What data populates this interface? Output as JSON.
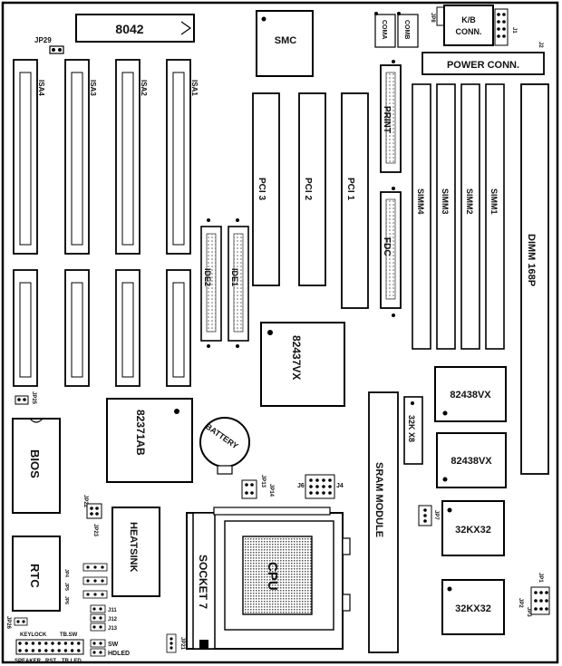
{
  "labels": {
    "chip_8042": "8042",
    "jp29": "JP29",
    "smc": "SMC",
    "com_a": "COMA",
    "com_b": "COMB",
    "jp8": "JP8",
    "kb_conn": "K/B\nCONN.",
    "j1": "J1",
    "j2": "J2",
    "power_conn": "POWER CONN.",
    "isa4": "ISA4",
    "isa3": "ISA3",
    "isa2": "ISA2",
    "isa1": "ISA1",
    "pci3": "PCI 3",
    "pci2": "PCI 2",
    "pci1": "PCI 1",
    "print": "PRINT",
    "fdc": "FDC",
    "simm4": "SIMM4",
    "simm3": "SIMM3",
    "simm2": "SIMM2",
    "simm1": "SIMM1",
    "dimm": "DIMM 168P",
    "ide2": "IDE2",
    "ide1": "IDE1",
    "chip_82437vx": "82437VX",
    "chip_82438vx_top": "82438VX",
    "chip_82438vx_bottom": "82438VX",
    "chip_32kx8": "32K X8",
    "jp25": "JP25",
    "bios": "BIOS",
    "chip_82371ab": "82371AB",
    "battery": "BATTERY",
    "sram_module": "SRAM MODULE",
    "jp13": "JP13",
    "jp14": "JP14",
    "j6": "J6",
    "j4": "J4",
    "jp7": "JP7",
    "jp22": "JP22",
    "jp23": "JP23",
    "heatsink": "HEATSINK",
    "socket7": "SOCKET 7",
    "cpu": "CPU",
    "ram_32kx32_top": "32KX32",
    "ram_32kx32_bottom": "32KX32",
    "rtc": "RTC",
    "jp4": "JP4",
    "jp5": "JP5",
    "jp6": "JP6",
    "jp1": "JP1",
    "jp2": "JP2",
    "jp3": "JP3",
    "j11": "J11",
    "j12": "J12",
    "j13": "J13",
    "jp26": "JP26",
    "keylock": "KEYLOCK",
    "turbo": "TB.SW",
    "speaker": "SPEAKER",
    "rst": "RST",
    "tb_led": "TB.LED",
    "sw": "SW",
    "hdled": "HDLED",
    "jp21": "JP21"
  }
}
